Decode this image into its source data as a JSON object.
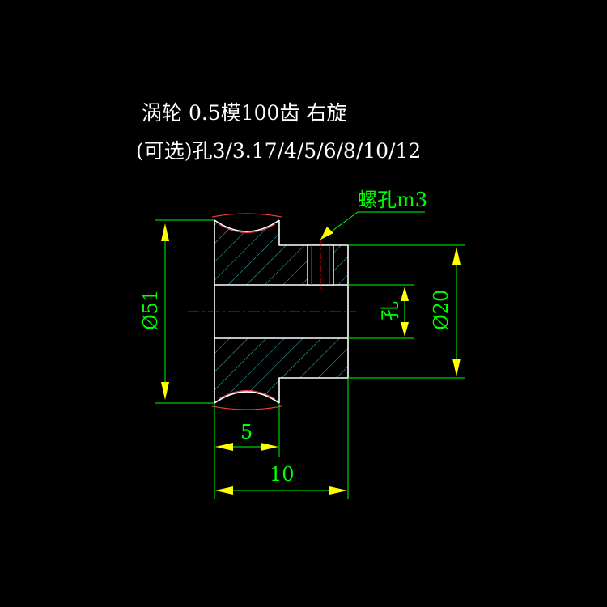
{
  "title": {
    "line1": "涡轮 0.5模100齿  右旋",
    "line2": "(可选)孔3/3.17/4/5/6/8/10/12"
  },
  "labels": {
    "set_screw": "螺孔m3",
    "bore": "孔"
  },
  "dimensions": {
    "outer_diameter": "Ø51",
    "hub_diameter": "Ø20",
    "rim_width": "5",
    "total_width": "10"
  },
  "colors": {
    "background": "#000000",
    "text": "#ffffff",
    "dimension": "#00ff00",
    "outline": "#ffffff",
    "hatch": "#3fbfbf",
    "centerline": "#ff0000",
    "arrow": "#ffff00",
    "thread": "#ff00ff"
  }
}
